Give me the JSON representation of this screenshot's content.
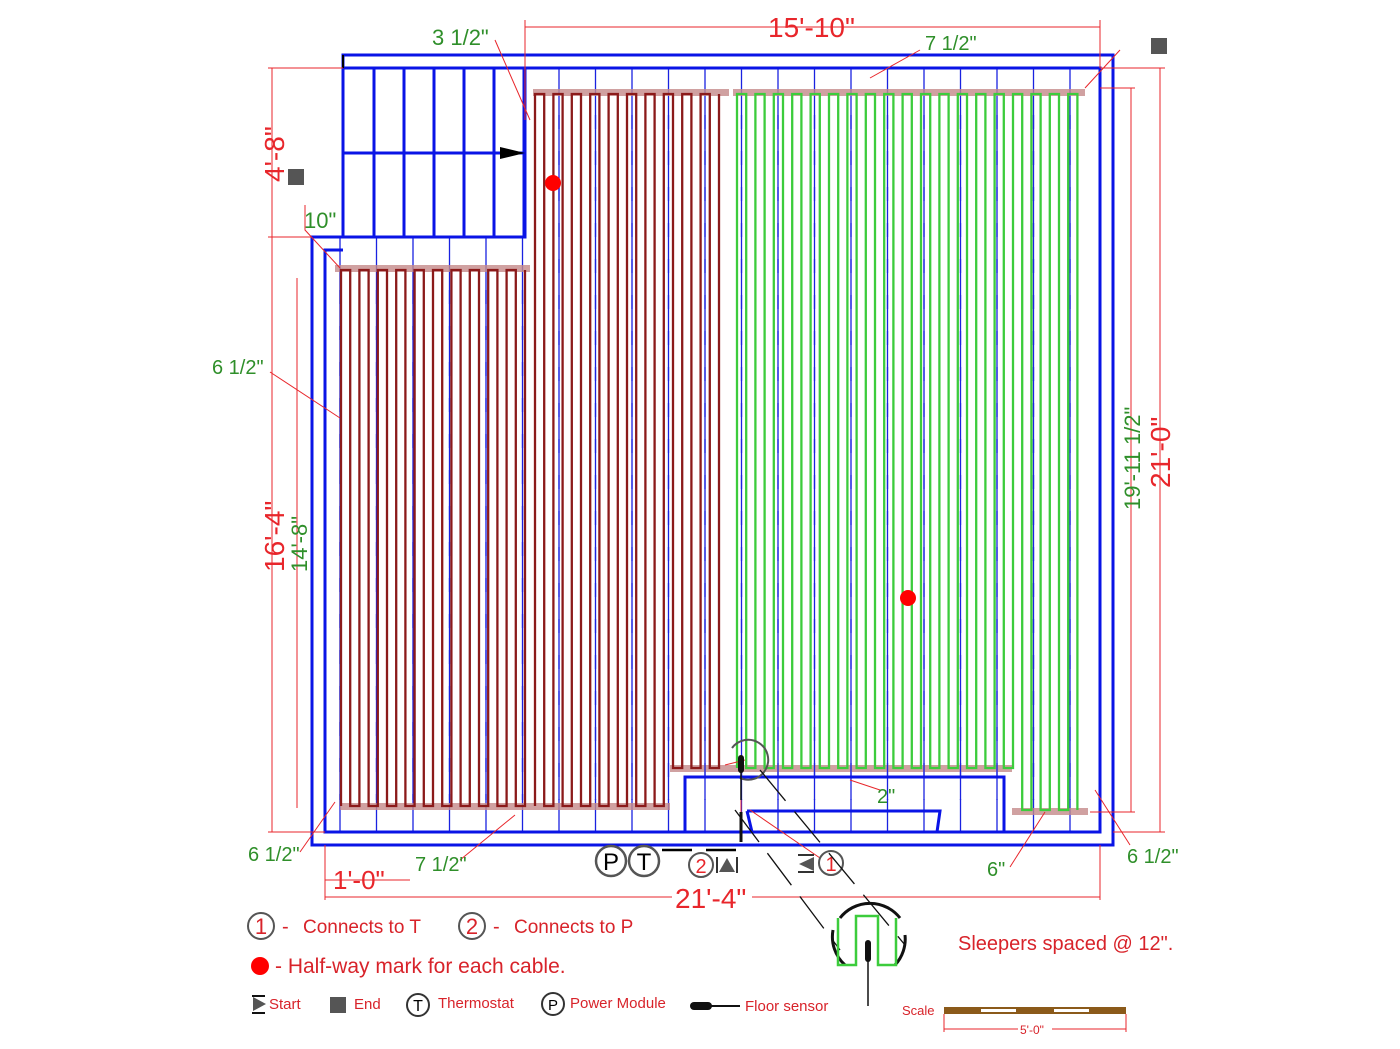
{
  "colors": {
    "wall": "#0a14e6",
    "cable_red": "#8b1a1a",
    "cable_green": "#3ccc3c",
    "dim_red": "#e8262b",
    "dim_green": "#2f8f2a",
    "strip": "#c48a8a",
    "halfway": "#ff0000"
  },
  "dimensions": {
    "top_overall": "15'-10\"",
    "top_left_offset": "3 1/2\"",
    "top_right_offset": "7 1/2\"",
    "left_upper": "4'-8\"",
    "left_step": "10\"",
    "left_side_offset": "6 1/2\"",
    "left_overall": "16'-4\"",
    "left_cable_length": "14'-8\"",
    "right_cable_length": "19'-11 1/2\"",
    "right_overall": "21'-0\"",
    "bottom_left_offset": "6 1/2\"",
    "bottom_left_sleeper": "1'-0\"",
    "bottom_mid_offset": "7 1/2\"",
    "bottom_overall": "21'-4\"",
    "bench_gap": "2\"",
    "bottom_right_gap": "6\"",
    "bottom_right_offset": "6 1/2\""
  },
  "devices": {
    "power_module": "P",
    "thermostat": "T",
    "conn1": "1",
    "conn2": "2"
  },
  "legend": {
    "conn1_num": "1",
    "conn1_text": "Connects to T",
    "conn2_num": "2",
    "conn2_text": "Connects to P",
    "dash": "-",
    "halfway_text": "- Half-way mark for each cable.",
    "start": "Start",
    "end": "End",
    "thermostat_sym": "T",
    "thermostat": "Thermostat",
    "power_sym": "P",
    "power": "Power Module",
    "sensor": "Floor sensor"
  },
  "note": "Sleepers spaced @ 12\".",
  "scale": {
    "label": "Scale",
    "length": "5'-0\""
  }
}
